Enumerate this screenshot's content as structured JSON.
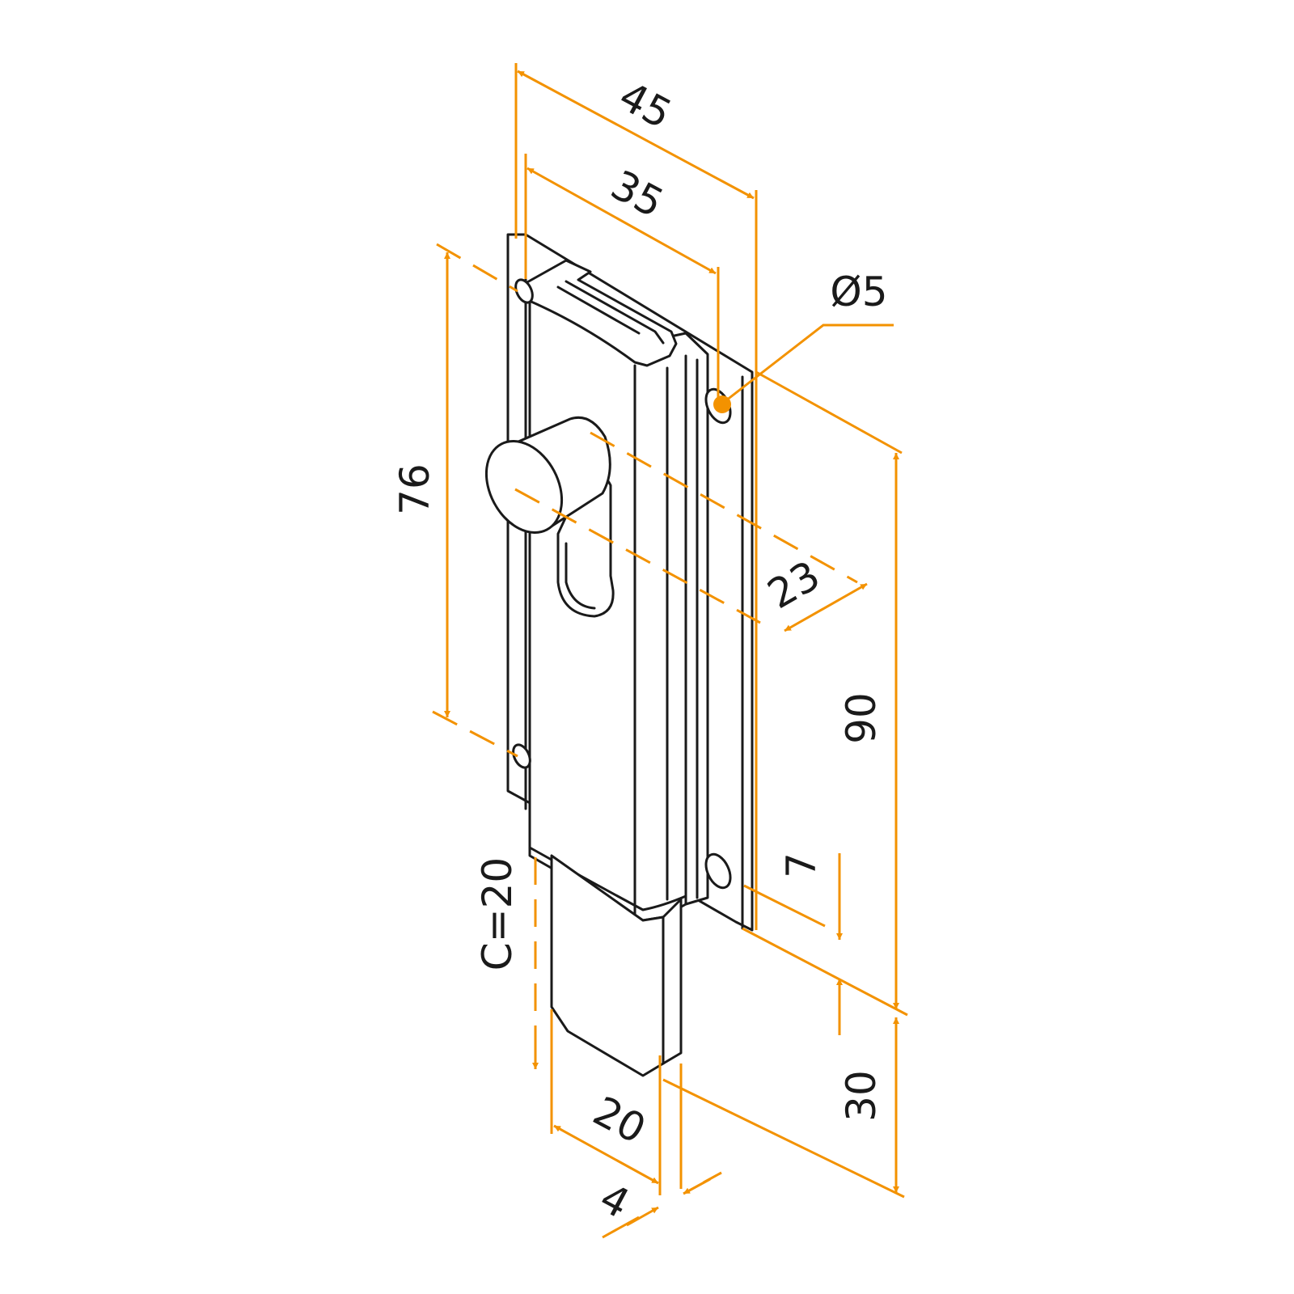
{
  "colors": {
    "dimension": "#F39200",
    "outline": "#1A1A1A",
    "background": "#FFFFFF"
  },
  "dimensions": {
    "overall_width": "45",
    "hole_spacing_width": "35",
    "hole_diameter": "Ø5",
    "left_height": "76",
    "cylinder_offset": "23",
    "body_height": "90",
    "hole_edge_offset": "7",
    "bolt_throw": "30",
    "bolt_depth": "C=20",
    "bolt_width": "20",
    "bolt_thickness": "4"
  }
}
